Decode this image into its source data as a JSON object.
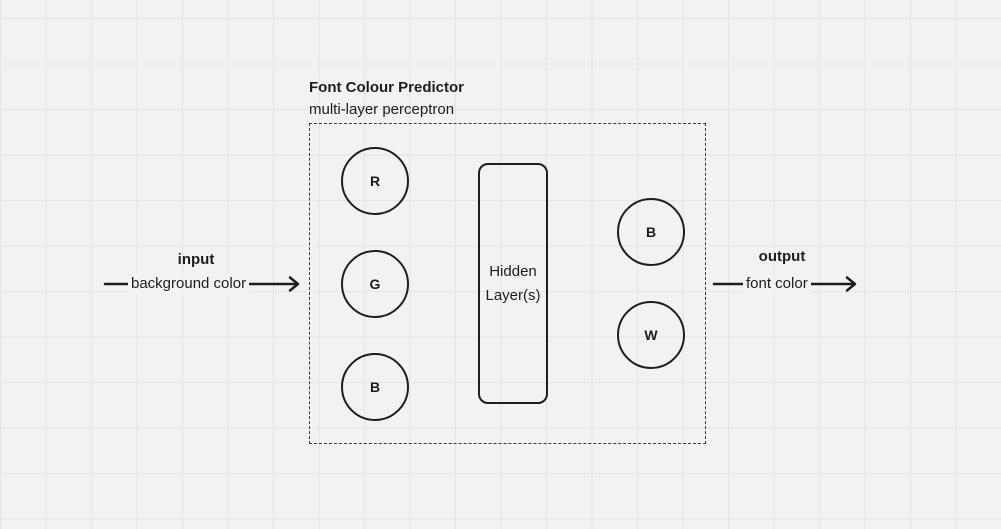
{
  "diagram": {
    "title": "Font Colour Predictor",
    "subtitle": "multi-layer perceptron",
    "input": {
      "heading": "input",
      "label": "background color"
    },
    "output": {
      "heading": "output",
      "label": "font color"
    },
    "input_nodes": [
      "R",
      "G",
      "B"
    ],
    "hidden_layer": "Hidden\nLayer(s)",
    "output_nodes": [
      "B",
      "W"
    ]
  }
}
